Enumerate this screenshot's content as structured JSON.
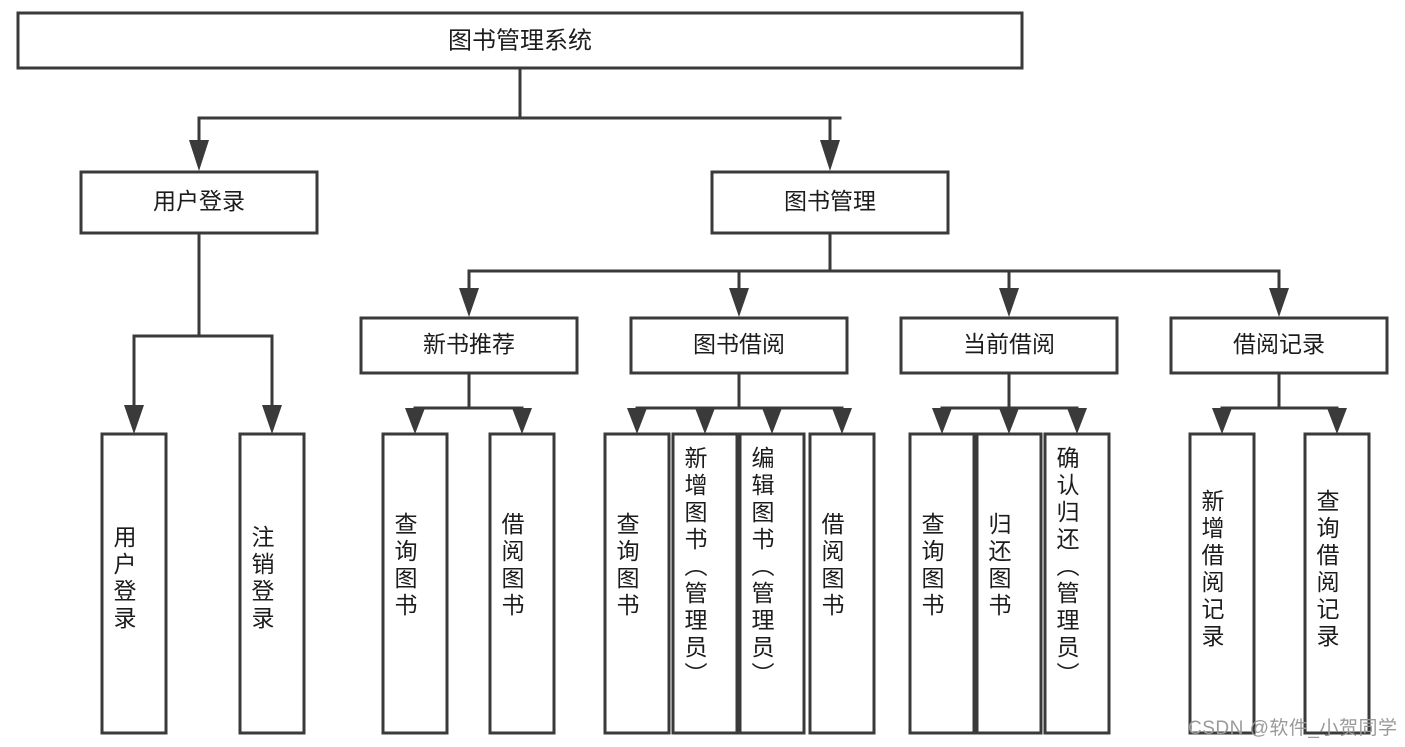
{
  "diagram": {
    "type": "hierarchy-tree",
    "title": "图书管理系统",
    "root": {
      "label": "图书管理系统"
    },
    "level1": [
      {
        "label": "用户登录"
      },
      {
        "label": "图书管理"
      }
    ],
    "level2": [
      {
        "label": "新书推荐",
        "parent": "图书管理"
      },
      {
        "label": "图书借阅",
        "parent": "图书管理"
      },
      {
        "label": "当前借阅",
        "parent": "图书管理"
      },
      {
        "label": "借阅记录",
        "parent": "图书管理"
      }
    ],
    "leaves": {
      "user_login": [
        {
          "label": "用户登录"
        },
        {
          "label": "注销登录"
        }
      ],
      "new_book_recommend": [
        {
          "label": "查询图书"
        },
        {
          "label": "借阅图书"
        }
      ],
      "book_borrow": [
        {
          "label": "查询图书"
        },
        {
          "label": "新增图书（管理员）"
        },
        {
          "label": "编辑图书（管理员）"
        },
        {
          "label": "借阅图书"
        }
      ],
      "current_borrow": [
        {
          "label": "查询图书"
        },
        {
          "label": "归还图书"
        },
        {
          "label": "确认归还（管理员）"
        }
      ],
      "borrow_record": [
        {
          "label": "新增借阅记录"
        },
        {
          "label": "查询借阅记录"
        }
      ]
    }
  },
  "watermark": {
    "text": "CSDN @软件_小贺同学"
  },
  "colors": {
    "stroke": "#3a3a3a",
    "fill": "#ffffff",
    "text": "#1c1c1c",
    "watermark": "#9a9a9a"
  }
}
